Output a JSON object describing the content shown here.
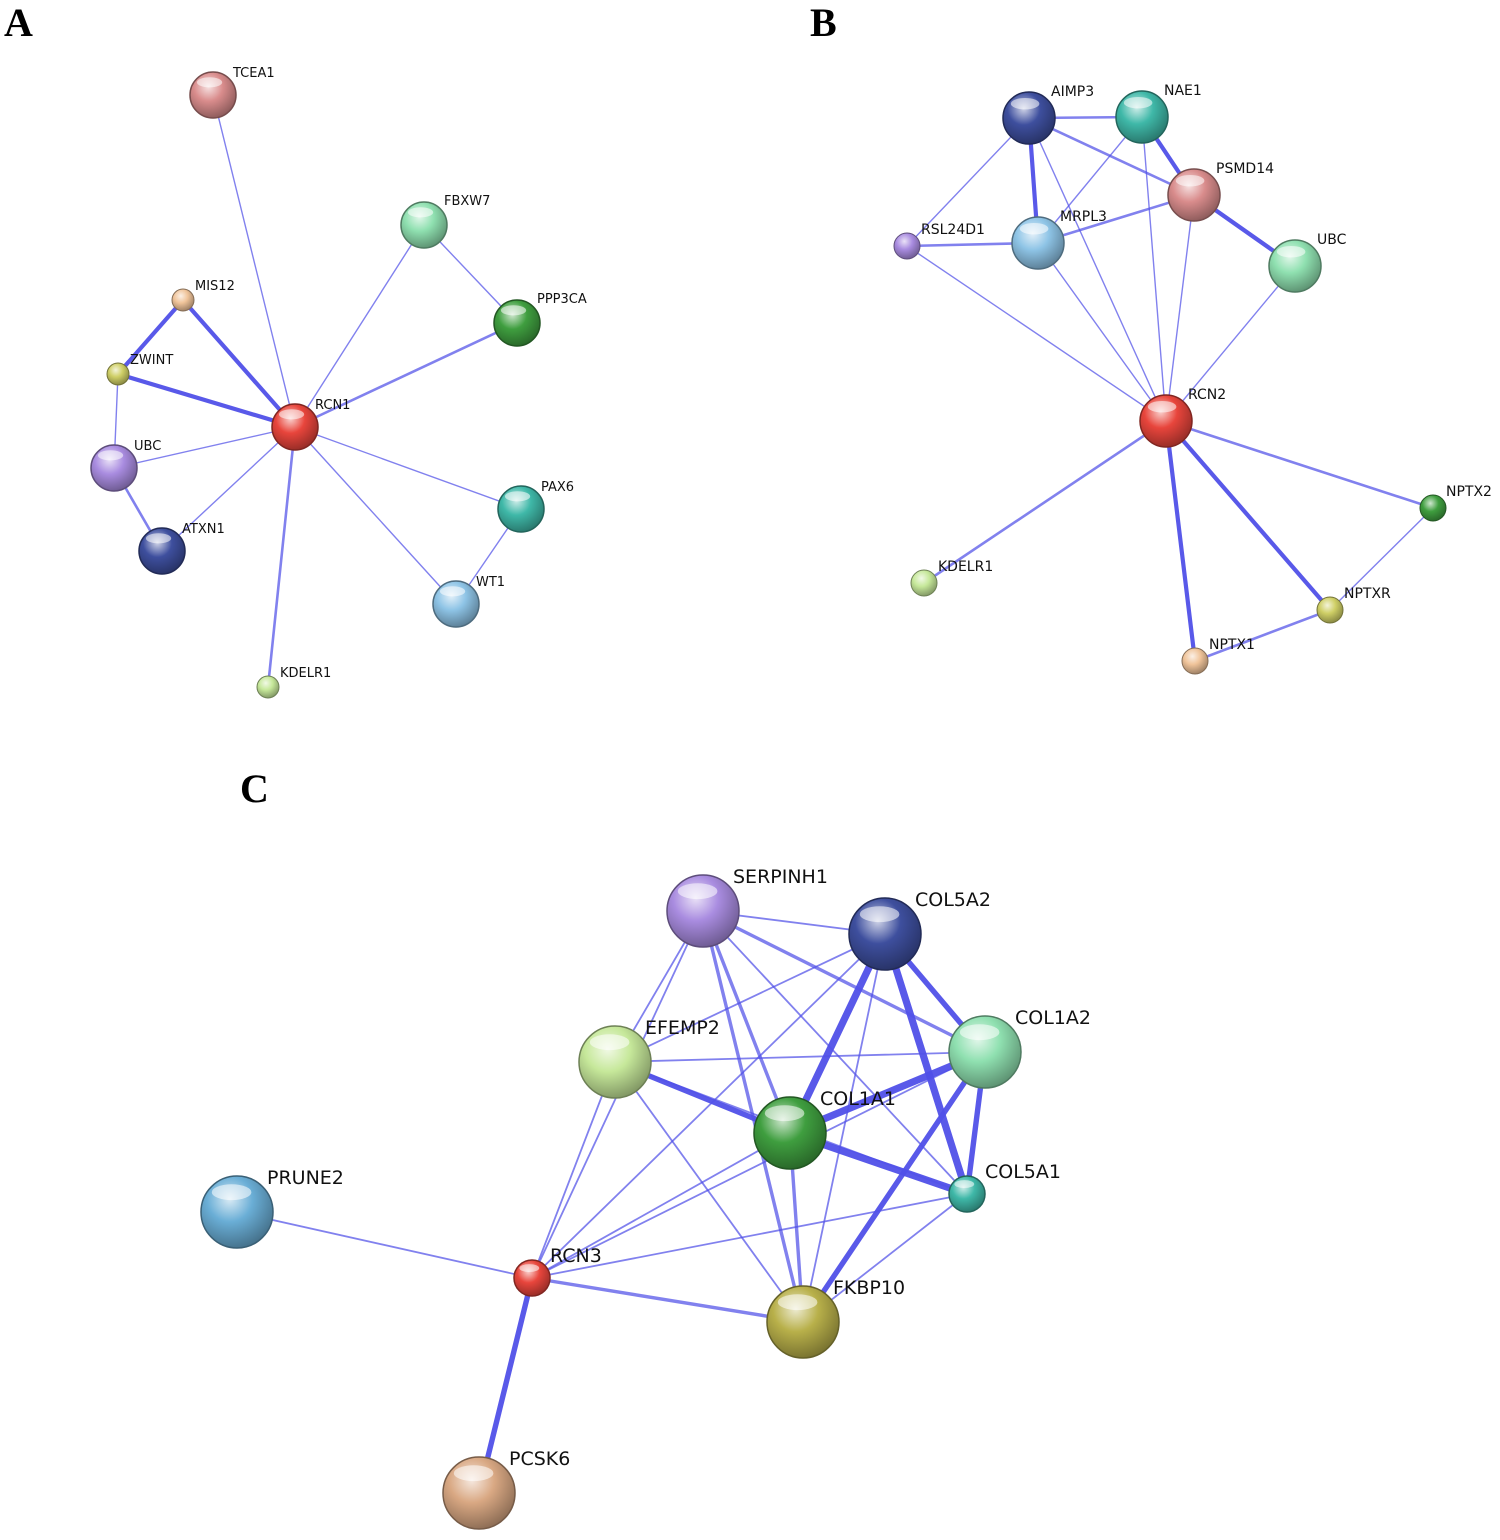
{
  "panels": [
    {
      "id": "A",
      "letter": "A",
      "nodes": [
        {
          "id": "RCN1",
          "label": "RCN1",
          "color": "#e8453c"
        },
        {
          "id": "TCEA1",
          "label": "TCEA1",
          "color": "#d98c8c"
        },
        {
          "id": "FBXW7",
          "label": "FBXW7",
          "color": "#8fe0b0"
        },
        {
          "id": "PPP3CA",
          "label": "PPP3CA",
          "color": "#3f9e3f"
        },
        {
          "id": "MIS12",
          "label": "MIS12",
          "color": "#f0c49a"
        },
        {
          "id": "ZWINT",
          "label": "ZWINT",
          "color": "#cfcf66"
        },
        {
          "id": "UBC",
          "label": "UBC",
          "color": "#a98ce0"
        },
        {
          "id": "ATXN1",
          "label": "ATXN1",
          "color": "#3e4f9e"
        },
        {
          "id": "PAX6",
          "label": "PAX6",
          "color": "#3fb8a8"
        },
        {
          "id": "WT1",
          "label": "WT1",
          "color": "#8ec4e6"
        },
        {
          "id": "KDELR1",
          "label": "KDELR1",
          "color": "#c6e89a"
        }
      ],
      "edges": [
        {
          "source": "RCN1",
          "target": "TCEA1",
          "weight": 1
        },
        {
          "source": "RCN1",
          "target": "FBXW7",
          "weight": 1
        },
        {
          "source": "RCN1",
          "target": "PPP3CA",
          "weight": 2
        },
        {
          "source": "RCN1",
          "target": "MIS12",
          "weight": 3
        },
        {
          "source": "RCN1",
          "target": "ZWINT",
          "weight": 3
        },
        {
          "source": "RCN1",
          "target": "UBC",
          "weight": 1
        },
        {
          "source": "RCN1",
          "target": "ATXN1",
          "weight": 1
        },
        {
          "source": "RCN1",
          "target": "PAX6",
          "weight": 1
        },
        {
          "source": "RCN1",
          "target": "WT1",
          "weight": 1
        },
        {
          "source": "RCN1",
          "target": "KDELR1",
          "weight": 2
        },
        {
          "source": "FBXW7",
          "target": "PPP3CA",
          "weight": 1
        },
        {
          "source": "MIS12",
          "target": "ZWINT",
          "weight": 3
        },
        {
          "source": "ZWINT",
          "target": "UBC",
          "weight": 1
        },
        {
          "source": "UBC",
          "target": "ATXN1",
          "weight": 2
        },
        {
          "source": "PAX6",
          "target": "WT1",
          "weight": 1
        }
      ]
    },
    {
      "id": "B",
      "letter": "B",
      "nodes": [
        {
          "id": "RCN2",
          "label": "RCN2",
          "color": "#e8453c"
        },
        {
          "id": "AIMP3",
          "label": "AIMP3",
          "color": "#3e4f9e"
        },
        {
          "id": "NAE1",
          "label": "NAE1",
          "color": "#3fb8a8"
        },
        {
          "id": "PSMD14",
          "label": "PSMD14",
          "color": "#d98c8c"
        },
        {
          "id": "RSL24D1",
          "label": "RSL24D1",
          "color": "#a98ce0"
        },
        {
          "id": "MRPL3",
          "label": "MRPL3",
          "color": "#8ec4e6"
        },
        {
          "id": "UBC",
          "label": "UBC",
          "color": "#8fe0b0"
        },
        {
          "id": "NPTX2",
          "label": "NPTX2",
          "color": "#3f9e3f"
        },
        {
          "id": "KDELR1",
          "label": "KDELR1",
          "color": "#c6e89a"
        },
        {
          "id": "NPTXR",
          "label": "NPTXR",
          "color": "#cfcf66"
        },
        {
          "id": "NPTX1",
          "label": "NPTX1",
          "color": "#f0c49a"
        }
      ],
      "edges": [
        {
          "source": "AIMP3",
          "target": "NAE1",
          "weight": 2
        },
        {
          "source": "AIMP3",
          "target": "PSMD14",
          "weight": 2
        },
        {
          "source": "AIMP3",
          "target": "MRPL3",
          "weight": 3
        },
        {
          "source": "AIMP3",
          "target": "RSL24D1",
          "weight": 1
        },
        {
          "source": "AIMP3",
          "target": "RCN2",
          "weight": 1
        },
        {
          "source": "NAE1",
          "target": "PSMD14",
          "weight": 3
        },
        {
          "source": "NAE1",
          "target": "MRPL3",
          "weight": 1
        },
        {
          "source": "NAE1",
          "target": "RCN2",
          "weight": 1
        },
        {
          "source": "PSMD14",
          "target": "MRPL3",
          "weight": 2
        },
        {
          "source": "PSMD14",
          "target": "UBC",
          "weight": 3
        },
        {
          "source": "PSMD14",
          "target": "RCN2",
          "weight": 1
        },
        {
          "source": "RSL24D1",
          "target": "MRPL3",
          "weight": 2
        },
        {
          "source": "RSL24D1",
          "target": "RCN2",
          "weight": 1
        },
        {
          "source": "MRPL3",
          "target": "RCN2",
          "weight": 1
        },
        {
          "source": "UBC",
          "target": "RCN2",
          "weight": 1
        },
        {
          "source": "RCN2",
          "target": "KDELR1",
          "weight": 2
        },
        {
          "source": "RCN2",
          "target": "NPTX2",
          "weight": 2
        },
        {
          "source": "RCN2",
          "target": "NPTXR",
          "weight": 3
        },
        {
          "source": "RCN2",
          "target": "NPTX1",
          "weight": 3
        },
        {
          "source": "NPTX2",
          "target": "NPTXR",
          "weight": 1
        },
        {
          "source": "NPTXR",
          "target": "NPTX1",
          "weight": 2
        }
      ]
    },
    {
      "id": "C",
      "letter": "C",
      "nodes": [
        {
          "id": "RCN3",
          "label": "RCN3",
          "color": "#e8453c"
        },
        {
          "id": "SERPINH1",
          "label": "SERPINH1",
          "color": "#a98ce0"
        },
        {
          "id": "COL5A2",
          "label": "COL5A2",
          "color": "#3e4f9e"
        },
        {
          "id": "EFEMP2",
          "label": "EFEMP2",
          "color": "#c6e89a"
        },
        {
          "id": "COL1A2",
          "label": "COL1A2",
          "color": "#8fe0b0"
        },
        {
          "id": "COL1A1",
          "label": "COL1A1",
          "color": "#3f9e3f"
        },
        {
          "id": "COL5A1",
          "label": "COL5A1",
          "color": "#3fb8a8"
        },
        {
          "id": "PRUNE2",
          "label": "PRUNE2",
          "color": "#6aaed6"
        },
        {
          "id": "FKBP10",
          "label": "FKBP10",
          "color": "#b8b04a"
        },
        {
          "id": "PCSK6",
          "label": "PCSK6",
          "color": "#d9a883"
        }
      ],
      "edges": [
        {
          "source": "SERPINH1",
          "target": "COL5A2",
          "weight": 1
        },
        {
          "source": "SERPINH1",
          "target": "EFEMP2",
          "weight": 1
        },
        {
          "source": "SERPINH1",
          "target": "COL1A2",
          "weight": 2
        },
        {
          "source": "SERPINH1",
          "target": "COL1A1",
          "weight": 2
        },
        {
          "source": "SERPINH1",
          "target": "COL5A1",
          "weight": 1
        },
        {
          "source": "SERPINH1",
          "target": "FKBP10",
          "weight": 2
        },
        {
          "source": "SERPINH1",
          "target": "RCN3",
          "weight": 1
        },
        {
          "source": "COL5A2",
          "target": "EFEMP2",
          "weight": 1
        },
        {
          "source": "COL5A2",
          "target": "COL1A2",
          "weight": 3
        },
        {
          "source": "COL5A2",
          "target": "COL1A1",
          "weight": 4
        },
        {
          "source": "COL5A2",
          "target": "COL5A1",
          "weight": 4
        },
        {
          "source": "COL5A2",
          "target": "FKBP10",
          "weight": 1
        },
        {
          "source": "COL5A2",
          "target": "RCN3",
          "weight": 1
        },
        {
          "source": "EFEMP2",
          "target": "COL1A2",
          "weight": 1
        },
        {
          "source": "EFEMP2",
          "target": "COL1A1",
          "weight": 3
        },
        {
          "source": "EFEMP2",
          "target": "COL5A1",
          "weight": 1
        },
        {
          "source": "EFEMP2",
          "target": "FKBP10",
          "weight": 1
        },
        {
          "source": "EFEMP2",
          "target": "RCN3",
          "weight": 1
        },
        {
          "source": "COL1A2",
          "target": "COL1A1",
          "weight": 4
        },
        {
          "source": "COL1A2",
          "target": "COL5A1",
          "weight": 3
        },
        {
          "source": "COL1A2",
          "target": "FKBP10",
          "weight": 3
        },
        {
          "source": "COL1A2",
          "target": "RCN3",
          "weight": 1
        },
        {
          "source": "COL1A1",
          "target": "COL5A1",
          "weight": 4
        },
        {
          "source": "COL1A1",
          "target": "FKBP10",
          "weight": 2
        },
        {
          "source": "COL1A1",
          "target": "RCN3",
          "weight": 1
        },
        {
          "source": "COL5A1",
          "target": "FKBP10",
          "weight": 1
        },
        {
          "source": "COL5A1",
          "target": "RCN3",
          "weight": 1
        },
        {
          "source": "RCN3",
          "target": "FKBP10",
          "weight": 2
        },
        {
          "source": "RCN3",
          "target": "PRUNE2",
          "weight": 1
        },
        {
          "source": "RCN3",
          "target": "PCSK6",
          "weight": 3
        }
      ]
    }
  ]
}
